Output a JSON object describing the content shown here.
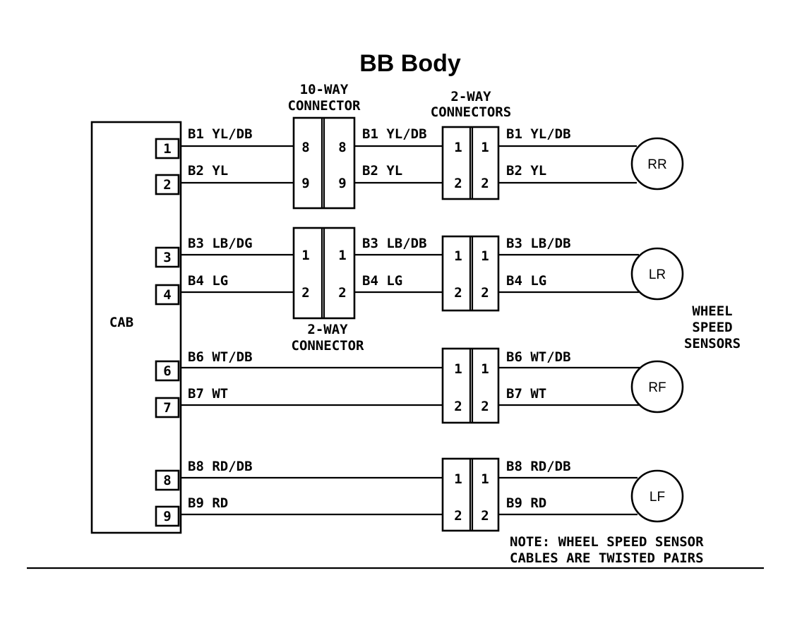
{
  "title": "BB Body",
  "module": {
    "label": "CAB",
    "pins": [
      "1",
      "2",
      "3",
      "4",
      "6",
      "7",
      "8",
      "9"
    ]
  },
  "wires": [
    {
      "circuit": "B1 YL/DB"
    },
    {
      "circuit": "B2 YL"
    },
    {
      "circuit": "B3 LB/DG"
    },
    {
      "circuit": "B4 LG"
    },
    {
      "circuit": "B6 WT/DB"
    },
    {
      "circuit": "B7 WT"
    },
    {
      "circuit": "B8 RD/DB"
    },
    {
      "circuit": "B9 RD"
    }
  ],
  "wires_right": [
    {
      "circuit": "B1 YL/DB"
    },
    {
      "circuit": "B2 YL"
    },
    {
      "circuit": "B3 LB/DB"
    },
    {
      "circuit": "B4 LG"
    }
  ],
  "ten_way_connector": {
    "label_line1": "10-WAY",
    "label_line2": "CONNECTOR",
    "pins": [
      "8",
      "8",
      "9",
      "9"
    ]
  },
  "two_way_connector_mid": {
    "label_line1": "2-WAY",
    "label_line2": "CONNECTOR",
    "pins": [
      "1",
      "1",
      "2",
      "2"
    ]
  },
  "two_way_connectors": {
    "label_line1": "2-WAY",
    "label_line2": "CONNECTORS",
    "pins": [
      "1",
      "1",
      "2",
      "2"
    ]
  },
  "sensors": [
    {
      "label": "RR"
    },
    {
      "label": "LR"
    },
    {
      "label": "RF"
    },
    {
      "label": "LF"
    }
  ],
  "sensors_group_label": [
    "WHEEL",
    "SPEED",
    "SENSORS"
  ],
  "note": [
    "NOTE: WHEEL SPEED SENSOR",
    "CABLES ARE TWISTED PAIRS"
  ]
}
